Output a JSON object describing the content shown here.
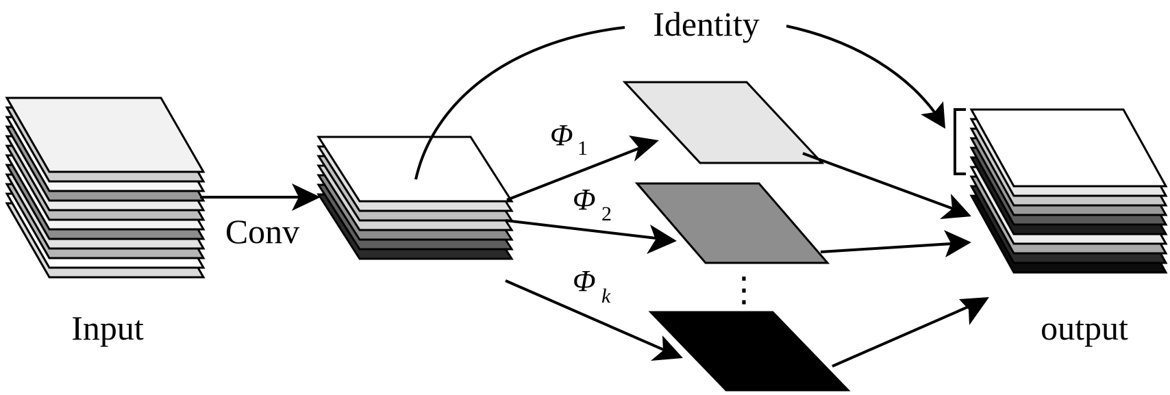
{
  "labels": {
    "input": "Input",
    "conv": "Conv",
    "identity": "Identity",
    "output": "output",
    "phi_symbol": "Φ",
    "phi_1_sub": "1",
    "phi_2_sub": "2",
    "phi_k_sub": "k",
    "ellipsis": "⋮"
  },
  "colors": {
    "line": "#000000",
    "input_layers": [
      "#f2f2f2",
      "#cfcfcf",
      "#f7f7f7",
      "#9a9a9a",
      "#ececec",
      "#bdbdbd",
      "#f5f5f5",
      "#8c8c8c",
      "#e3e3e3",
      "#b5b5b5",
      "#ffffff",
      "#dadada"
    ],
    "conv_layers": [
      "#ffffff",
      "#e0e0e0",
      "#bfbfbf",
      "#d5d5d5",
      "#8c8c8c",
      "#5e5e5e",
      "#2a2a2a"
    ],
    "output_layers": [
      "#ffffff",
      "#e8e8e8",
      "#c9c9c9",
      "#9a9a9a",
      "#5a5a5a",
      "#1e1e1e",
      "#eeeeee",
      "#aaaaaa",
      "#2b2b2b",
      "#0c0c0c"
    ],
    "feature_map_1": "#e6e6e6",
    "feature_map_2": "#8e8e8e",
    "feature_map_k": "#000000"
  }
}
